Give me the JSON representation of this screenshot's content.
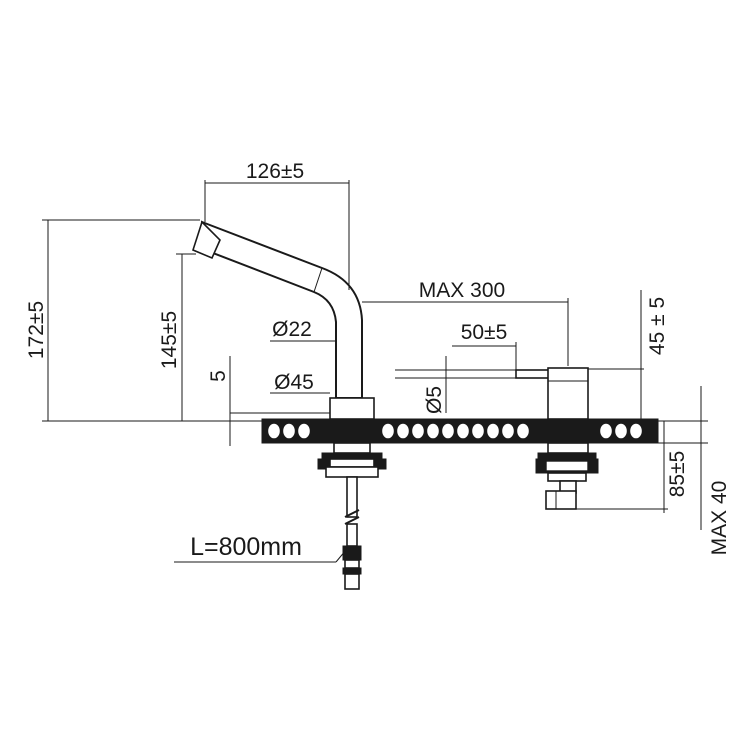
{
  "dimensions": {
    "spout_reach": "126±5",
    "total_height": "172±5",
    "outlet_height": "145±5",
    "base_height": "5",
    "tube_diameter": "Ø22",
    "base_diameter": "Ø45",
    "max_spacing": "MAX 300",
    "handle_length": "50±5",
    "lever_diameter": "Ø5",
    "mixer_height": "45 ± 5",
    "under_depth": "85±5",
    "max_thickness": "MAX 40",
    "hose_length": "L=800mm"
  },
  "colors": {
    "line": "#1a1a1a",
    "background": "#ffffff"
  }
}
